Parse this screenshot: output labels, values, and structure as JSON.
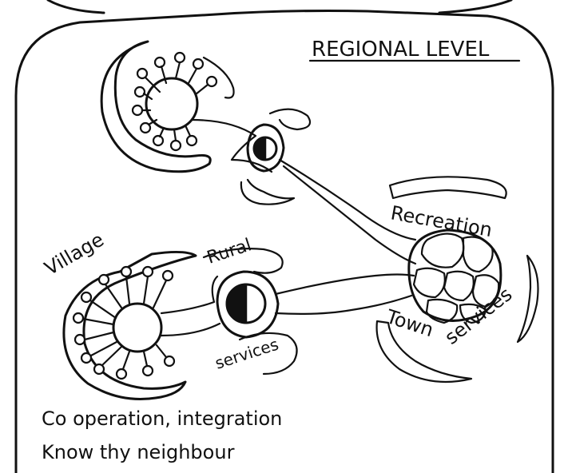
{
  "diagram": {
    "title": "REGIONAL LEVEL",
    "labels": {
      "village": "Village",
      "rural": "Rural",
      "recreation": "Recreation",
      "town": "Town",
      "services_town": "services",
      "services_rural": "services"
    },
    "caption_line_1": "Co operation, integration",
    "caption_line_2": "Know thy neighbour"
  }
}
